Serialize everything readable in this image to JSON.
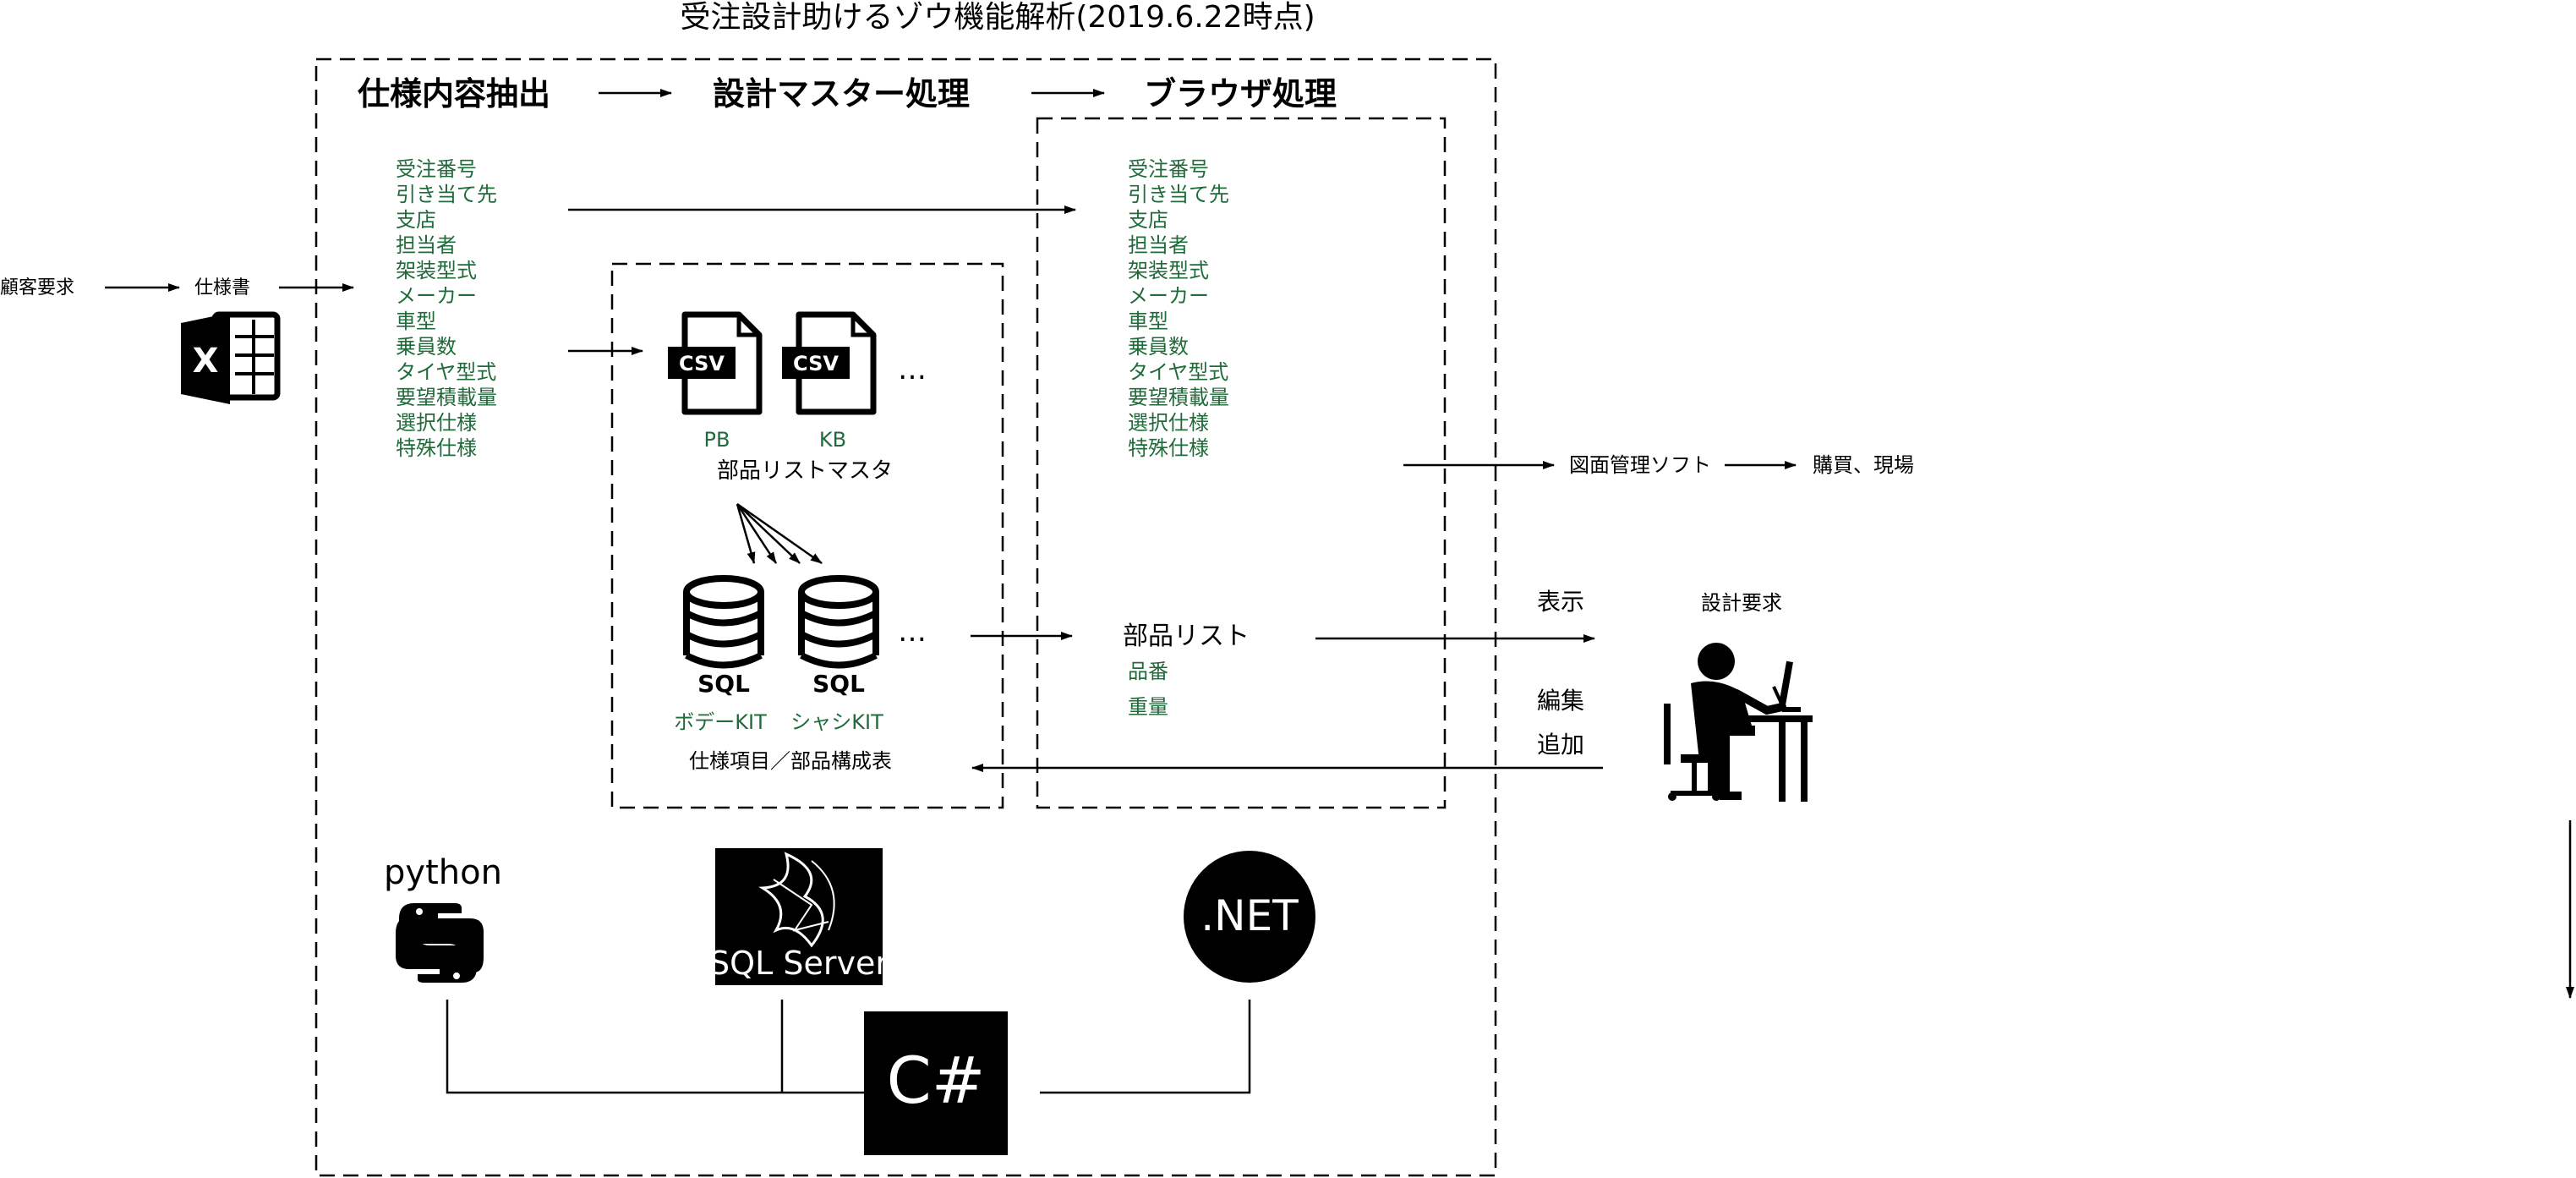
{
  "title": "受注設計助けるゾウ機能解析(2019.6.22時点)",
  "stages": {
    "extract": "仕様内容抽出",
    "master": "設計マスター処理",
    "browser": "ブラウザ処理"
  },
  "input": {
    "customer_request": "顧客要求",
    "spec_doc": "仕様書"
  },
  "spec_fields_left": [
    "受注番号",
    "引き当て先",
    "支店",
    "担当者",
    "架装型式",
    "メーカー",
    "車型",
    "乗員数",
    "タイヤ型式",
    "要望積載量",
    "選択仕様",
    "特殊仕様"
  ],
  "spec_fields_right": [
    "受注番号",
    "引き当て先",
    "支店",
    "担当者",
    "架装型式",
    "メーカー",
    "車型",
    "乗員数",
    "タイヤ型式",
    "要望積載量",
    "選択仕様",
    "特殊仕様"
  ],
  "master": {
    "csv_icon_text": "CSV",
    "csv_files": [
      "PB",
      "KB"
    ],
    "ellipsis": "…",
    "parts_master_label": "部品リストマスタ",
    "sql_icon_text": "SQL",
    "db_names": [
      "ボデーKIT",
      "シャシKIT"
    ],
    "table_label": "仕様項目／部品構成表"
  },
  "parts_list": {
    "title": "部品リスト",
    "items": [
      "品番",
      "重量"
    ]
  },
  "output": {
    "drawing_soft": "図面管理ソフト",
    "purchase": "購買、現場",
    "display": "表示",
    "design_request": "設計要求",
    "edit": "編集",
    "add": "追加"
  },
  "tech": {
    "python": "python",
    "sqlserver": "SQL Server",
    "dotnet": ".NET",
    "csharp": "C#"
  }
}
